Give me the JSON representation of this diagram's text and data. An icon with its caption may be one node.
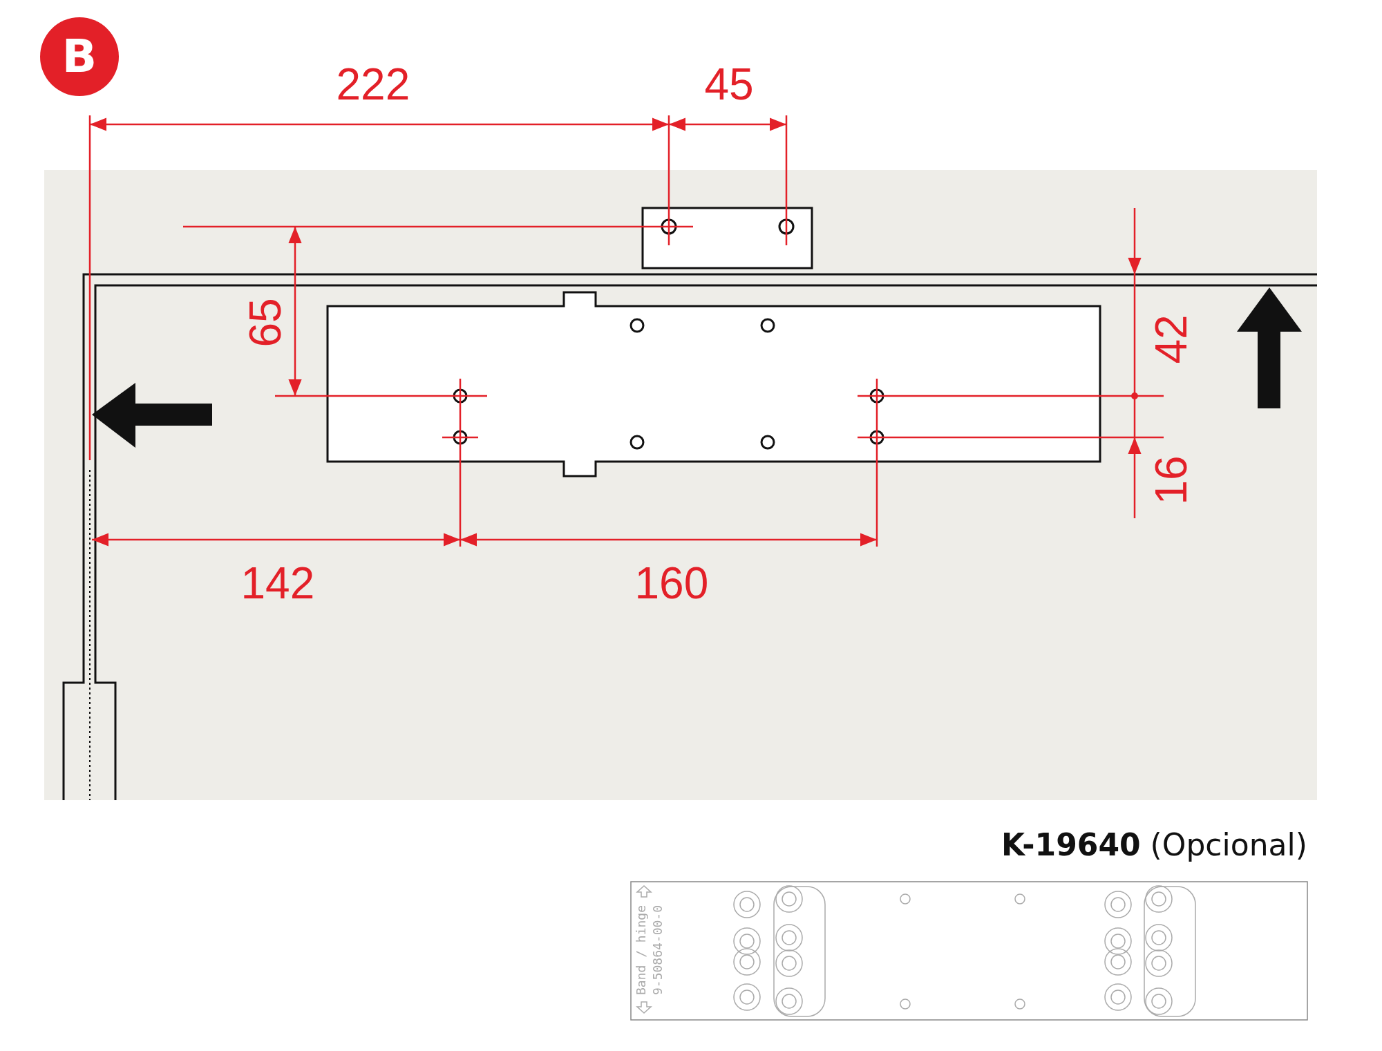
{
  "diagram": {
    "nodes": [
      {
        "text": [
          "B"
        ]
      }
    ],
    "labels": [
      "222",
      "45",
      "65",
      "42",
      "16",
      "142",
      "160",
      "**K-19640** (Opcional)",
      "Band / hinge",
      "9-50864-00-0"
    ]
  }
}
